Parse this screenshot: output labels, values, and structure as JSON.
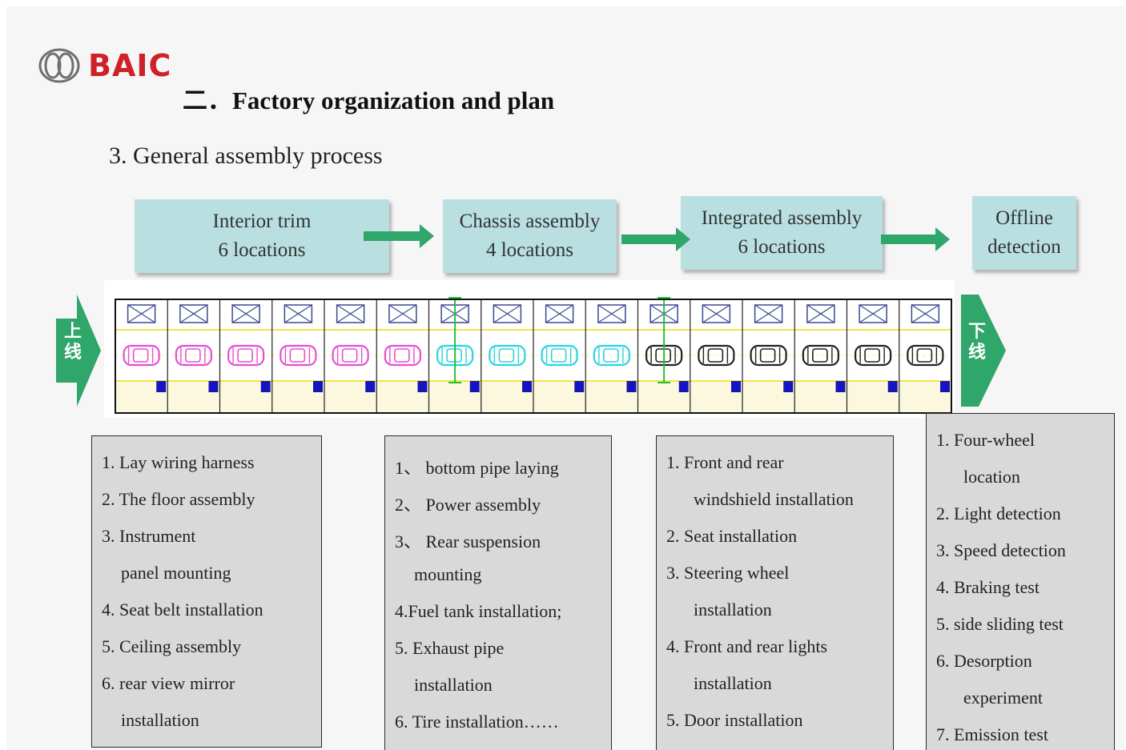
{
  "header": {
    "brand": "BAIC",
    "title": "二．Factory organization and plan",
    "subtitle": "3. General assembly process"
  },
  "stages": [
    {
      "line1": "Interior trim",
      "line2": "6 locations"
    },
    {
      "line1": "Chassis assembly",
      "line2": "4 locations"
    },
    {
      "line1": "Integrated assembly",
      "line2": "6 locations"
    },
    {
      "line1": "Offline",
      "line2": "detection"
    }
  ],
  "line_labels": {
    "start_top": "上",
    "start_bottom": "线",
    "end_top": "下",
    "end_bottom": "线"
  },
  "colors": {
    "stage_box": "#b9dfe1",
    "arrow_green": "#2fa66a",
    "car_interior": "#e64fd0",
    "car_chassis": "#2bd3e0",
    "car_integrated": "#222222",
    "station_marker": "#1515c0",
    "rail_yellow": "#f0e44a"
  },
  "station_count": 16,
  "station_groups": [
    "interior",
    "interior",
    "interior",
    "interior",
    "interior",
    "interior",
    "chassis",
    "chassis",
    "chassis",
    "chassis",
    "integrated",
    "integrated",
    "integrated",
    "integrated",
    "integrated",
    "integrated"
  ],
  "lists": {
    "interior": [
      "1.  Lay wiring harness",
      "2.  The floor assembly",
      "3.  Instrument",
      "panel mounting",
      "4.  Seat belt installation",
      "5.  Ceiling assembly",
      "6.  rear view mirror",
      "installation"
    ],
    "chassis": [
      "1、 bottom pipe laying",
      "2、 Power assembly",
      "3、 Rear suspension",
      "mounting",
      "4.Fuel tank installation;",
      "5.  Exhaust pipe",
      "installation",
      "6. Tire installation……"
    ],
    "integrated": [
      "1.    Front and rear",
      "windshield installation",
      "2.    Seat installation",
      "3.    Steering wheel",
      "installation",
      "4.    Front and rear lights",
      "installation",
      "5.    Door installation"
    ],
    "offline": [
      "1.   Four-wheel",
      "location",
      "2.   Light detection",
      "3.   Speed detection",
      "4.   Braking test",
      "5.   side sliding test",
      "6.   Desorption",
      "experiment",
      "7.   Emission test"
    ]
  }
}
